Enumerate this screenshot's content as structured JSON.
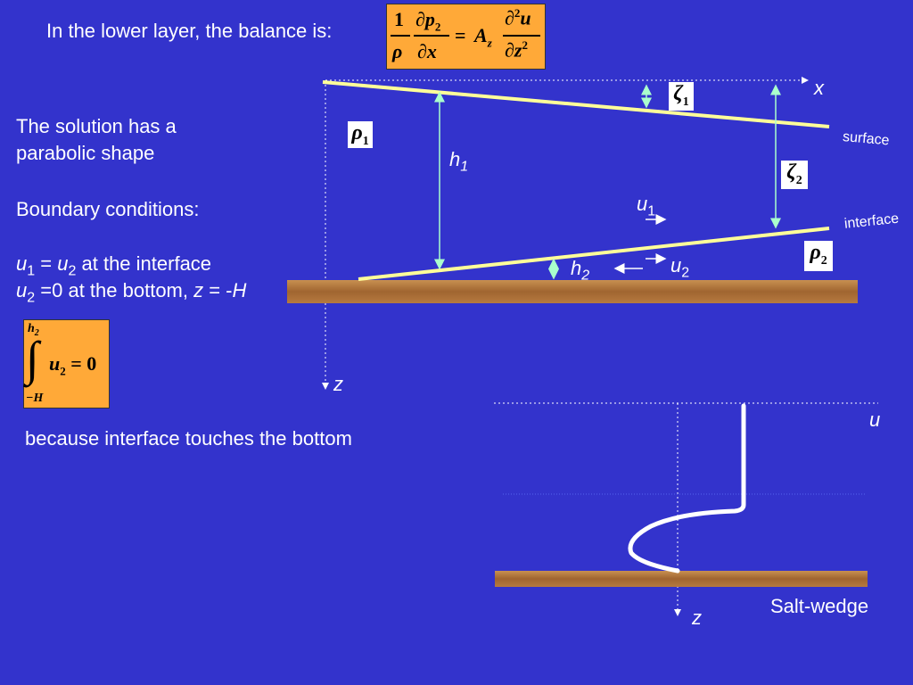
{
  "header": {
    "intro": "In the lower layer, the balance is:"
  },
  "equation_balance": {
    "lhs_num": "1",
    "lhs_den": "ρ",
    "dp": "∂",
    "p": "p",
    "p_sub": "2",
    "dx": "∂x",
    "equals": "=",
    "A": "A",
    "A_sub": "z",
    "d2": "∂",
    "d2_sup": "2",
    "u": "u",
    "dz2": "∂z",
    "dz2_sup": "2"
  },
  "left": {
    "solution_line1": "The solution has a",
    "solution_line2": "parabolic shape",
    "bc_title": "Boundary conditions:",
    "bc1_u1": "u",
    "bc1_u1_sub": "1",
    "bc1_eq": " = ",
    "bc1_u2": "u",
    "bc1_u2_sub": "2",
    "bc1_rest": " at the interface",
    "bc2_u2": "u",
    "bc2_u2_sub": "2",
    "bc2_rest": " =0 at the bottom, ",
    "bc2_z": "z",
    "bc2_eq": " = -",
    "bc2_H": "H",
    "because": "because interface touches the bottom"
  },
  "integral_eq": {
    "upper": "h",
    "upper_sub": "2",
    "sign": "∫",
    "lower": "−H",
    "body": "u",
    "body_sub": "2",
    "rhs": "= 0"
  },
  "diagram1": {
    "x_label": "x",
    "z_label": "z",
    "zeta1": "ζ",
    "zeta1_sub": "1",
    "zeta2": "ζ",
    "zeta2_sub": "2",
    "rho1": "ρ",
    "rho1_sub": "1",
    "rho2": "ρ",
    "rho2_sub": "2",
    "h1": "h",
    "h1_sub": "1",
    "h2": "h",
    "h2_sub": "2",
    "u1": "u",
    "u1_sub": "1",
    "u2": "u",
    "u2_sub": "2",
    "surface": "surface",
    "interface": "interface"
  },
  "diagram2": {
    "u_label": "u",
    "z_label": "z",
    "caption": "Salt-wedge"
  },
  "colors": {
    "background": "#3333cc",
    "eq_box": "#ffa938",
    "line_yellow": "#ffff99",
    "arrow_green": "#aaffcc",
    "bottom_wood": "#a8703a"
  }
}
